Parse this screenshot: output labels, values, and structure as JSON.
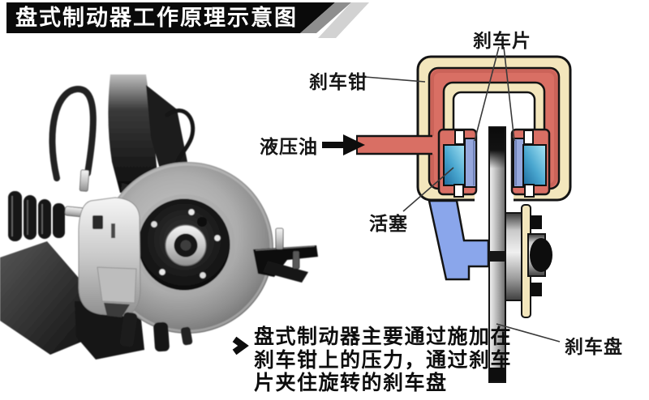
{
  "title": {
    "text": "盘式制动器工作原理示意图"
  },
  "banner": {
    "background": "#0A0A0A",
    "text_color": "#FFFFFF",
    "accent_dark": "#8E8E8E",
    "accent_light": "#D2D2D2"
  },
  "schematic": {
    "labels": {
      "brake_pad": "刹车片",
      "brake_caliper": "刹车钳",
      "hydraulic_oil": "液压油",
      "piston": "活塞",
      "brake_disc": "刹车盘"
    },
    "colors": {
      "caliper_body_cream": "#F3E6BC",
      "hydraulic_channel_red": "#D96F64",
      "piston_cyan": "#49A6CF",
      "pad_blue": "#96A7DC",
      "mount_bracket_blue": "#8AA6EB",
      "disc_gray": "#A6A6A6",
      "outline_black": "#141414"
    }
  },
  "caption": {
    "lines": [
      "盘式制动器主要通过施加在",
      "刹车钳上的压力，通过刹车",
      "片夹住旋转的刹车盘"
    ]
  },
  "icons": {
    "flow_arrow": "right-arrow",
    "bullet": "chevron-right"
  }
}
